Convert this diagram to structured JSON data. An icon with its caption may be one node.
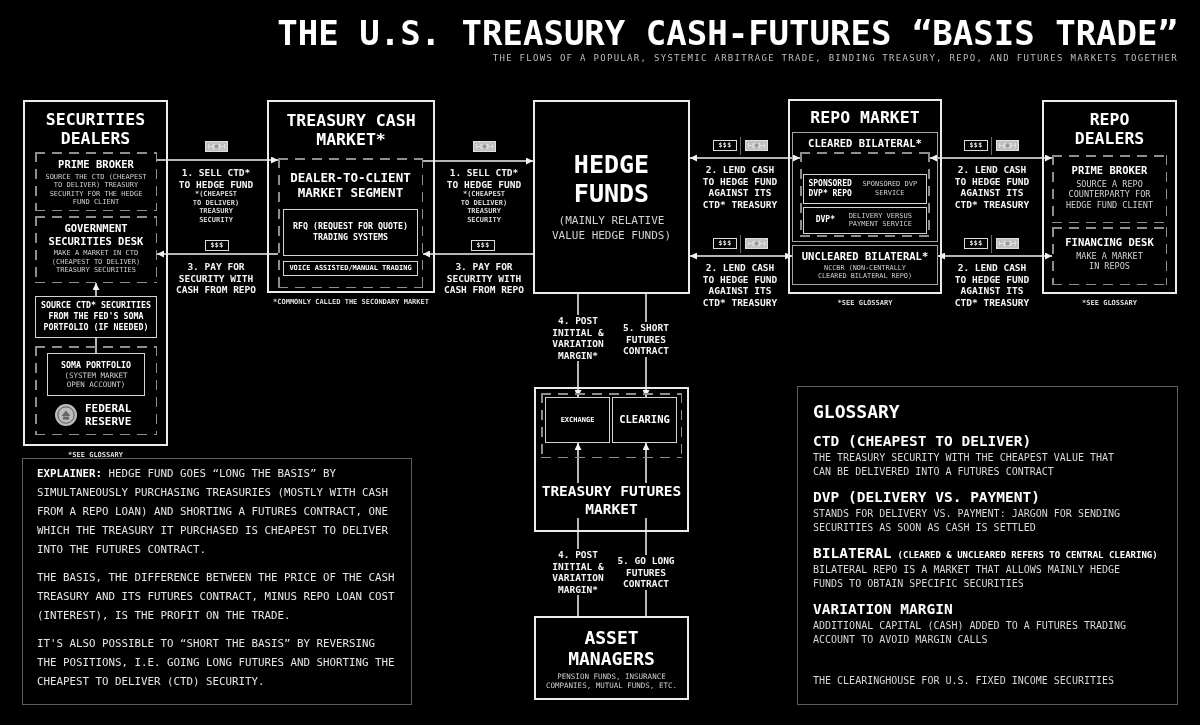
{
  "diagram": {
    "title": "THE U.S. TREASURY CASH-FUTURES “BASIS TRADE”",
    "nodes": [
      {
        "text": [
          "SECURITIES DEALERS"
        ],
        "beside": [
          "*SEE GLOSSARY"
        ]
      },
      {
        "text": [
          "PRIME BROKER",
          "SOURCE THE CTD (CHEAPEST TO DELIVER) TREASURY SECURITY FOR THE HEDGE FUND CLIENT"
        ],
        "in": 0
      },
      {
        "text": [
          "GOVERNMENT SECURITIES DESK",
          "MAKE A MARKET IN CTD (CHEAPEST TO DELIVER) TREASURY SECURITIES"
        ],
        "in": 0
      },
      {
        "text": [
          "SOURCE CTD* SECURITIES FROM THE FED'S SOMA PORTFOLIO (IF NEEDED)"
        ],
        "in": 0
      },
      {
        "text": [
          "FEDERAL RESERVE"
        ],
        "in": 0
      },
      {
        "text": [
          "SOMA PORTFOLIO",
          "(SYSTEM MARKET OPEN ACCOUNT)"
        ],
        "in": 4
      },
      {
        "text": [
          "TREASURY CASH MARKET*"
        ],
        "beside": [
          "*COMMONLY CALLED THE SECONDARY MARKET"
        ]
      },
      {
        "text": [
          "DEALER-TO-CLIENT MARKET SEGMENT"
        ],
        "in": 6
      },
      {
        "text": [
          "RFQ (REQUEST FOR QUOTE) TRADING SYSTEMS"
        ],
        "in": 7
      },
      {
        "text": [
          "VOICE ASSISTED/MANUAL TRADING"
        ],
        "in": 7
      },
      {
        "text": [
          "HEDGE FUNDS",
          "(MAINLY RELATIVE VALUE HEDGE FUNDS)"
        ]
      },
      {
        "text": [
          "REPO MARKET"
        ],
        "beside": [
          "*SEE GLOSSARY"
        ]
      },
      {
        "text": [
          "CLEARED BILATERAL*"
        ],
        "in": 11
      },
      {
        "text": [],
        "shape": "box",
        "in": 12
      },
      {
        "text": [
          "SPONSORED DVP* REPO",
          "SPONSORED DVP SERVICE"
        ],
        "in": 13
      },
      {
        "text": [
          "DVP*",
          "DELIVERY VERSUS PAYMENT SERVICE"
        ],
        "in": 13
      },
      {
        "text": [
          "UNCLEARED BILATERAL*",
          "NCCBR (NON-CENTRALLY CLEARED BILATERAL REPO)"
        ],
        "in": 11
      },
      {
        "text": [
          "REPO DEALERS"
        ],
        "beside": [
          "*SEE GLOSSARY"
        ]
      },
      {
        "text": [
          "PRIME BROKER",
          "SOURCE A REPO COUNTERPARTY FOR HEDGE FUND CLIENT"
        ],
        "in": 17
      },
      {
        "text": [
          "FINANCING DESK",
          "MAKE A MARKET IN REPOS"
        ],
        "in": 17
      },
      {
        "text": [
          "TREASURY FUTURES MARKET"
        ]
      },
      {
        "text": [],
        "shape": "box",
        "in": 20
      },
      {
        "text": [
          "EXCHANGE"
        ],
        "in": 21
      },
      {
        "text": [
          "CLEARING"
        ],
        "in": 21
      },
      {
        "text": [
          "ASSET MANAGERS",
          "PENSION FUNDS, INSURANCE COMPANIES, MUTUAL FUNDS, ETC."
        ]
      },
      {
        "text": [
          "**EXPLAINER:** HEDGE FUND GOES “LONG THE BASIS” BY SIMULTANEOUSLY PURCHASING TREASURIES (MOSTLY WITH CASH FROM A REPO LOAN) AND SHORTING A FUTURES CONTRACT, ONE WHICH THE TREASURY IT PURCHASED IS CHEAPEST TO DELIVER INTO THE FUTURES CONTRACT.",
          "THE BASIS, THE DIFFERENCE BETWEEN THE PRICE OF THE CASH TREASURY AND ITS FUTURES CONTRACT, MINUS REPO LOAN COST (INTEREST), IS THE PROFIT ON THE TRADE.",
          "IT'S ALSO POSSIBLE TO “SHORT THE BASIS” BY REVERSING THE POSITIONS, I.E. GOING LONG FUTURES AND SHORTING THE CHEAPEST TO DELIVER (CTD) SECURITY."
        ]
      },
      {
        "text": [
          "GLOSSARY",
          "CTD (CHEAPEST TO DELIVER)",
          "THE TREASURY SECURITY WITH THE CHEAPEST VALUE THAT CAN BE DELIVERED INTO A FUTURES CONTRACT",
          "DVP (DELIVERY VS. PAYMENT)",
          "STANDS FOR DELIVERY VS. PAYMENT: JARGON FOR SENDING SECURITIES AS SOON AS CASH IS SETTLED",
          "BILATERAL",
          "(CLEARED & UNCLEARED REFERS TO CENTRAL CLEARING)",
          "BILATERAL REPO IS A MARKET THAT ALLOWS MAINLY HEDGE FUNDS TO OBTAIN SPECIFIC SECURITIES",
          "VARIATION MARGIN",
          "ADDITIONAL CAPITAL (CASH) ADDED TO A FUTURES TRADING ACCOUNT TO AVOID MARGIN CALLS",
          "THE CLEARINGHOUSE FOR U.S. FIXED INCOME SECURITIES"
        ]
      }
    ],
    "edges": [
      {
        "from": 1,
        "to": 7,
        "arrow": "to",
        "label": "1. SELL CTD* TO HEDGE FUND"
      },
      {
        "from": 7,
        "to": 2,
        "arrow": "to",
        "label": "3. PAY FOR SECURITY WITH CASH FROM REPO"
      },
      {
        "from": 7,
        "to": 10,
        "arrow": "to",
        "label": "1. SELL CTD* TO HEDGE FUND"
      },
      {
        "from": 10,
        "to": 7,
        "arrow": "to",
        "label": "3. PAY FOR SECURITY WITH CASH FROM REPO"
      },
      {
        "from": 10,
        "to": 13,
        "arrow": "both",
        "label": "2. LEND CASH TO HEDGE FUND AGAINST ITS CTD* TREASURY"
      },
      {
        "from": 10,
        "to": 16,
        "arrow": "both",
        "label": "2. LEND CASH TO HEDGE FUND AGAINST ITS CTD* TREASURY"
      },
      {
        "from": 13,
        "to": 18,
        "arrow": "both",
        "label": "2. LEND CASH TO HEDGE FUND AGAINST ITS CTD* TREASURY"
      },
      {
        "from": 16,
        "to": 19,
        "arrow": "both",
        "label": "2. LEND CASH TO HEDGE FUND AGAINST ITS CTD* TREASURY"
      },
      {
        "from": 10,
        "to": 22,
        "arrow": "to",
        "label": "4. POST INITIAL & VARIATION MARGIN*"
      },
      {
        "from": 10,
        "to": 23,
        "arrow": "to",
        "label": "5. SHORT FUTURES CONTRACT"
      },
      {
        "from": 24,
        "to": 22,
        "arrow": "to",
        "label": "4. POST INITIAL & VARIATION MARGIN*"
      },
      {
        "from": 24,
        "to": 23,
        "arrow": "to",
        "label": "5. GO LONG FUTURES CONTRACT"
      },
      {
        "from": 3,
        "to": 2,
        "arrow": "to"
      },
      {
        "from": 5,
        "to": 3,
        "arrow": "none"
      }
    ],
    "labels": [
      "THE FLOWS OF A POPULAR, SYSTEMIC ARBITRAGE TRADE, BINDING TREASURY, REPO, AND FUTURES MARKETS TOGETHER",
      "$$$",
      "$$$",
      "*(CHEAPEST TO DELIVER) TREASURY SECURITY",
      "*(CHEAPEST TO DELIVER) TREASURY SECURITY",
      "$$$",
      "$$$",
      "$$$",
      "$$$"
    ]
  }
}
